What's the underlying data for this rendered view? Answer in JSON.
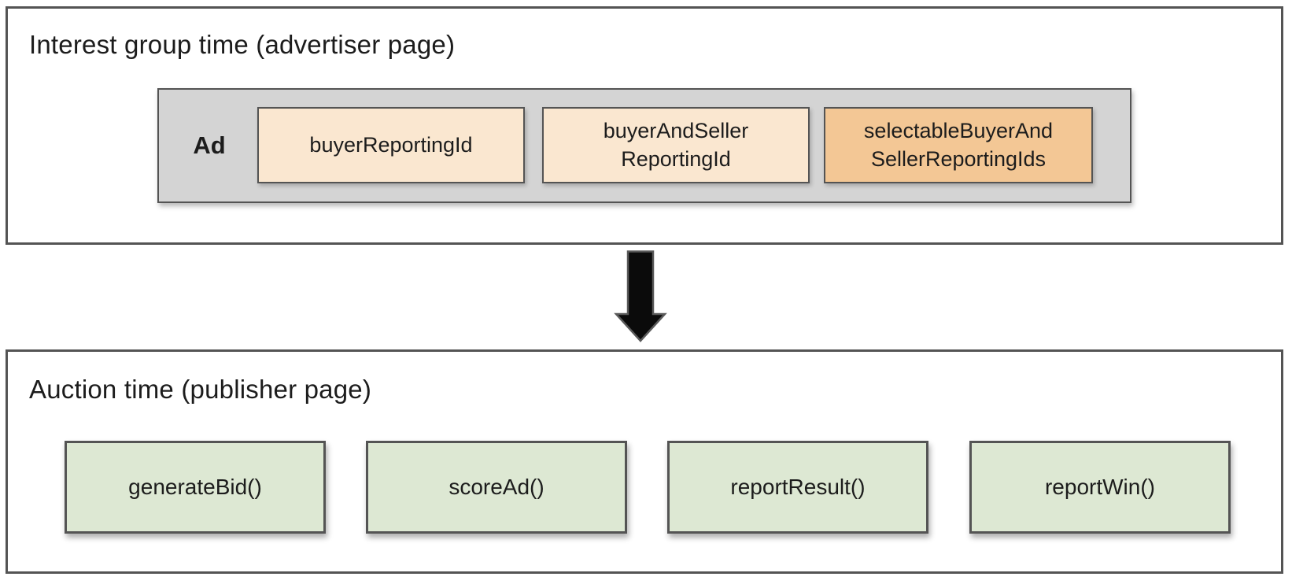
{
  "colors": {
    "panel-border": "#545454",
    "text": "#1c1c1c",
    "ad-strip-bg": "#d4d4d4",
    "box-light": "#fae7d0",
    "box-highlight": "#f3c795",
    "function-box-bg": "#dde8d3",
    "arrow-fill": "#0b0b0b"
  },
  "top_panel": {
    "title": "Interest group time (advertiser page)",
    "ad_container": {
      "label": "Ad",
      "boxes": [
        {
          "label": "buyerReportingId"
        },
        {
          "label": "buyerAndSeller\nReportingId"
        },
        {
          "label": "selectableBuyerAnd\nSellerReportingIds"
        }
      ]
    }
  },
  "arrow": {
    "icon": "down-arrow"
  },
  "bottom_panel": {
    "title": "Auction time (publisher page)",
    "function_boxes": [
      {
        "label": "generateBid()"
      },
      {
        "label": "scoreAd()"
      },
      {
        "label": "reportResult()"
      },
      {
        "label": "reportWin()"
      }
    ]
  }
}
